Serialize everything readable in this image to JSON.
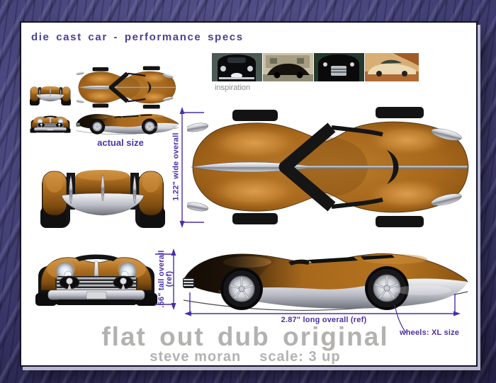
{
  "header": {
    "title": "die cast car - performance specs"
  },
  "inspiration": {
    "label": "inspiration",
    "photos": [
      "vintage-sedan-front-photo",
      "vintage-fastback-side-photo",
      "vintage-grille-front-photo",
      "vintage-coupe-desert-photo"
    ]
  },
  "actual_size": {
    "label": "actual size"
  },
  "dimensions": {
    "width": "1.22\" wide overall",
    "height_line1": ".56\" tall overall",
    "height_line2": "(ref)",
    "length": "2.87\" long overall (ref)",
    "wheels": "wheels:  XL size"
  },
  "footer": {
    "model_name": "flat out dub original",
    "designer": "steve moran",
    "scale": "scale: 3 up"
  },
  "colors": {
    "accent_purple": "#4a2fa8",
    "title_purple": "#4a4191",
    "body_copper": "#a8681c",
    "chrome_silver": "#c6c8cf",
    "footer_gray": "#b3b2b0",
    "page_white": "#ffffff",
    "backdrop_purple": "#46437a"
  }
}
